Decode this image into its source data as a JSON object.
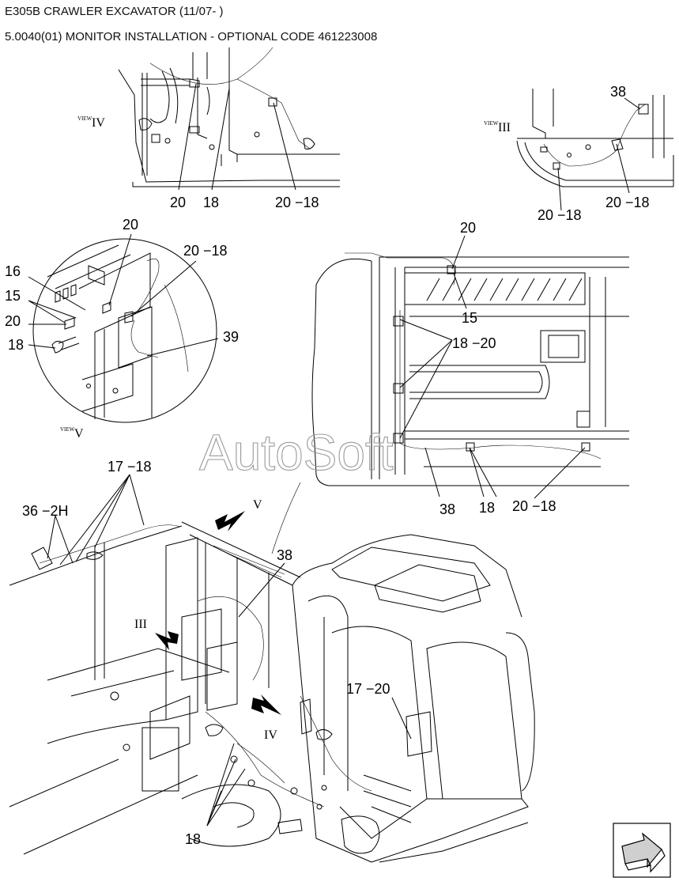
{
  "header": {
    "title": "E305B CRAWLER EXCAVATOR (11/07- )",
    "subtitle": "5.0040(01) MONITOR INSTALLATION - OPTIONAL CODE 461223008"
  },
  "views": {
    "view_word": "VIEW",
    "iv": "IV",
    "iii": "III",
    "v": "V"
  },
  "callouts": {
    "c20": "20",
    "c18": "18",
    "c20_18": "20 −18",
    "c38": "38",
    "c16": "16",
    "c15": "15",
    "c39": "39",
    "c18_20": "18 −20",
    "c17_18": "17 −18",
    "c36_2h": "36 −2H",
    "c17_20": "17 −20"
  },
  "watermark": "AutoSoft"
}
